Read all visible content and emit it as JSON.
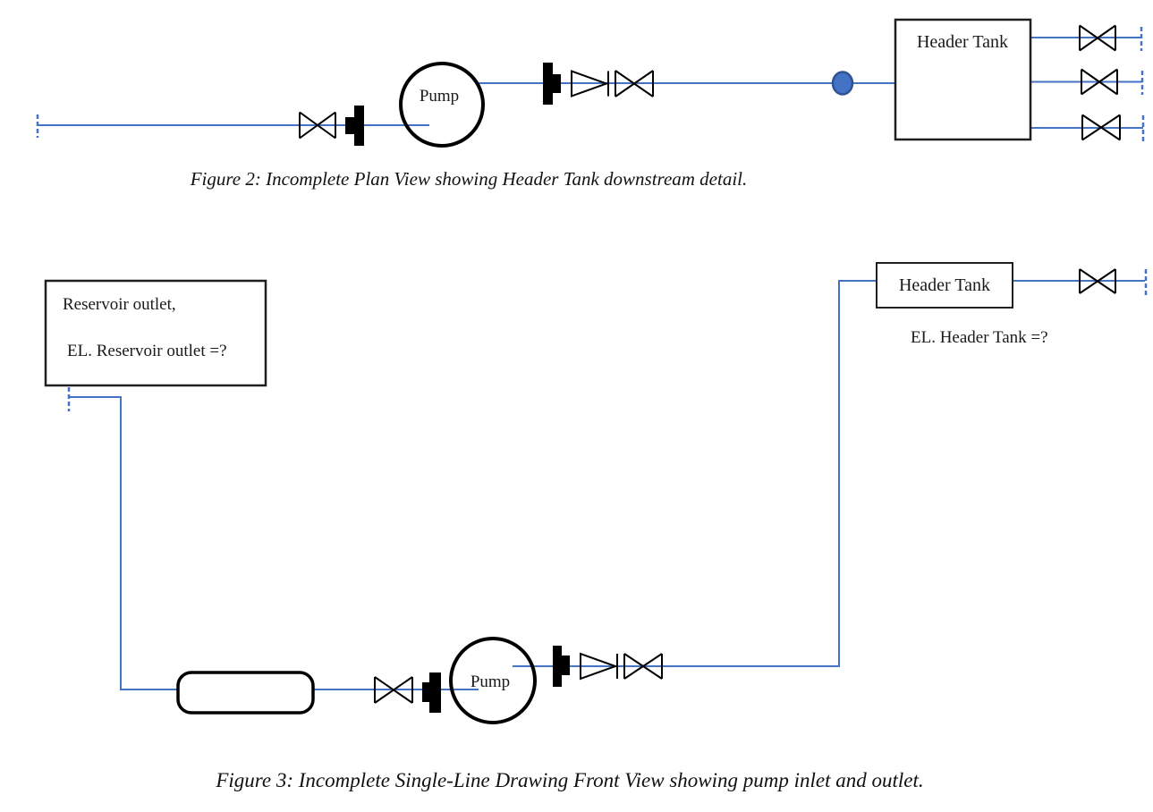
{
  "colors": {
    "pipe_line": "#4472C4",
    "node_fill": "#4472C4",
    "node_stroke": "#2E5395",
    "symbol_black": "#000000",
    "box_border": "#1f1f1f",
    "background": "#ffffff"
  },
  "figure2": {
    "caption": "Figure 2: Incomplete Plan View showing Header Tank downstream detail.",
    "pump_label": "Pump",
    "header_tank_label": "Header Tank"
  },
  "figure3": {
    "caption": "Figure 3: Incomplete Single-Line Drawing Front View showing pump inlet and outlet.",
    "pump_label": "Pump",
    "header_tank_label": "Header Tank",
    "reservoir_box_line1": "Reservoir outlet,",
    "reservoir_box_line2": "EL. Reservoir outlet =?",
    "header_tank_elevation": "EL. Header Tank =?"
  }
}
